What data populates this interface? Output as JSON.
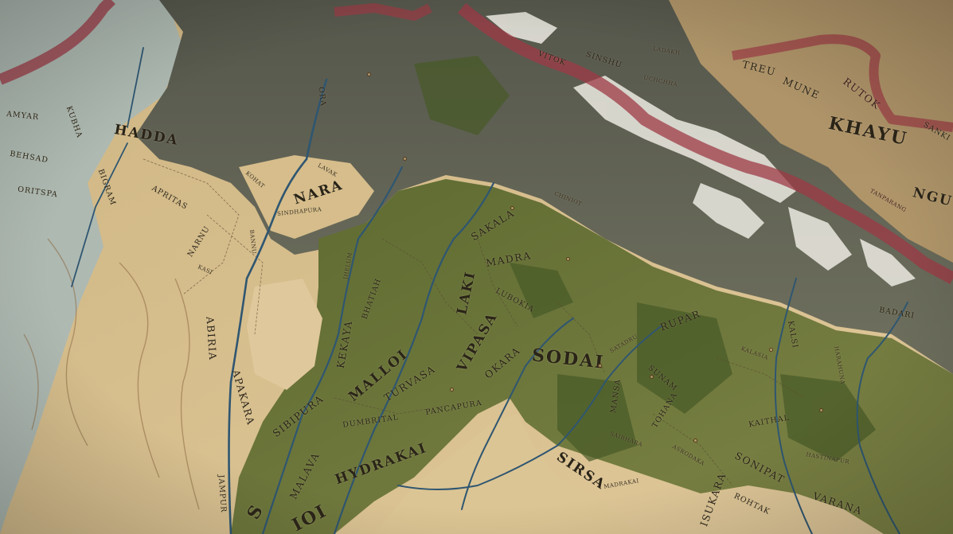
{
  "map": {
    "labels": {
      "khayu": "KHAYU",
      "sodai": "SODAI",
      "hydrakai": "HYDRAKAI",
      "sirsa": "SIRSA",
      "nara": "NARA",
      "hadda": "HADDA",
      "laki": "LAKI",
      "malloi": "MALLOI",
      "vipasa": "VIPASA",
      "turvasa": "TURVASA",
      "kekaya": "KEKAYA",
      "sibipura": "SIBIPURA",
      "malava": "MALAVA",
      "rupar": "RUPAR",
      "mune": "MUNE",
      "rutok": "RUTOK",
      "treu": "TREU",
      "varana": "VARANA",
      "sonipat": "SONIPAT",
      "isukara": "ISUKARA",
      "apakara": "APAKARA",
      "abiria": "ABIRIA",
      "sakala": "SAKALA",
      "madra": "MADRA",
      "okara": "OKARA",
      "dumbrital": "DUMBRITAL",
      "pancapura": "PANCAPURA",
      "lubokia": "LUBOKIA",
      "bhatiah": "BHATIAH",
      "mansa": "MANSA",
      "sunam": "SUNAM",
      "tohana": "TOHANA",
      "kaithal": "KAITHAL",
      "rohtak": "ROHTAK",
      "kalsi": "KALSI",
      "badari": "BADARI",
      "ngu": "NGU",
      "oritspa": "ORITSPA",
      "behsad": "BEHSAD",
      "amyar": "AMYAR",
      "kubha": "KUBHA",
      "aprites": "APRITAS",
      "narnu": "NARNU",
      "jampur": "JAMPUR",
      "sinshu": "SINSHU",
      "vitok": "VITOK",
      "ladakh": "LADAKH",
      "ora": "ORA",
      "kohat": "KOHAT",
      "lavak": "LAVAK",
      "jhelum": "JHELUM",
      "sindhapura": "SINDHAPURA",
      "bannu": "BANNU",
      "kasi": "KASI",
      "asrodaka": "ASRODAKA",
      "hastinapur": "HASTINAPUR",
      "sanki": "SANKI",
      "tanparang": "TANPARANG",
      "chiniot": "CHINIOT",
      "bigram": "BIGRAM",
      "io": "IOI",
      "s": "S",
      "mathura": "MADRAKAI",
      "satadru": "SATADRU",
      "saibhara": "SAIBHARA",
      "harahuna": "HARAHUNA",
      "kalagni": "KALASIA",
      "uchha": "UCHCHHA"
    },
    "colors": {
      "sea": "#8fb3c3",
      "desert": "#d8bf8c",
      "plains": "#74783c",
      "mountain": "#6b6c5e",
      "border": "#9d3a45",
      "river": "#2f5671"
    }
  }
}
